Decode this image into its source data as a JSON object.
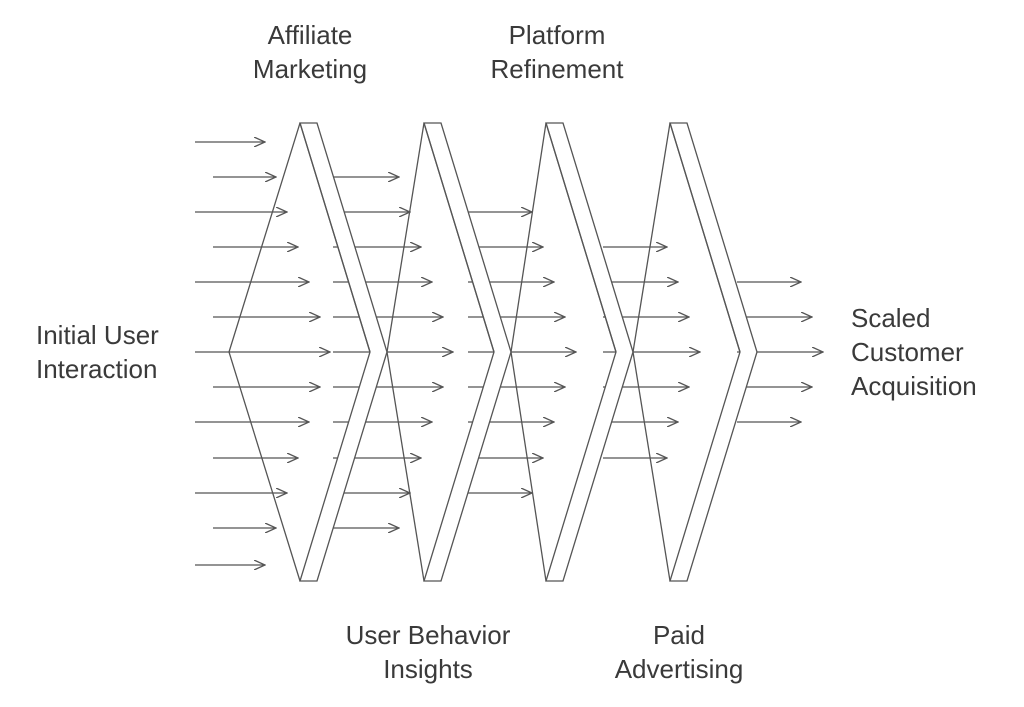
{
  "diagram": {
    "input_label": [
      "Initial User",
      "Interaction"
    ],
    "output_label": [
      "Scaled",
      "Customer",
      "Acquisition"
    ],
    "stage_labels_top": [
      [
        "Affiliate",
        "Marketing"
      ],
      [
        "Platform",
        "Refinement"
      ]
    ],
    "stage_labels_bottom": [
      [
        "User Behavior",
        "Insights"
      ],
      [
        "Paid",
        "Advertising"
      ]
    ],
    "stroke_color": "#555555",
    "text_color": "#3a3a3a"
  }
}
